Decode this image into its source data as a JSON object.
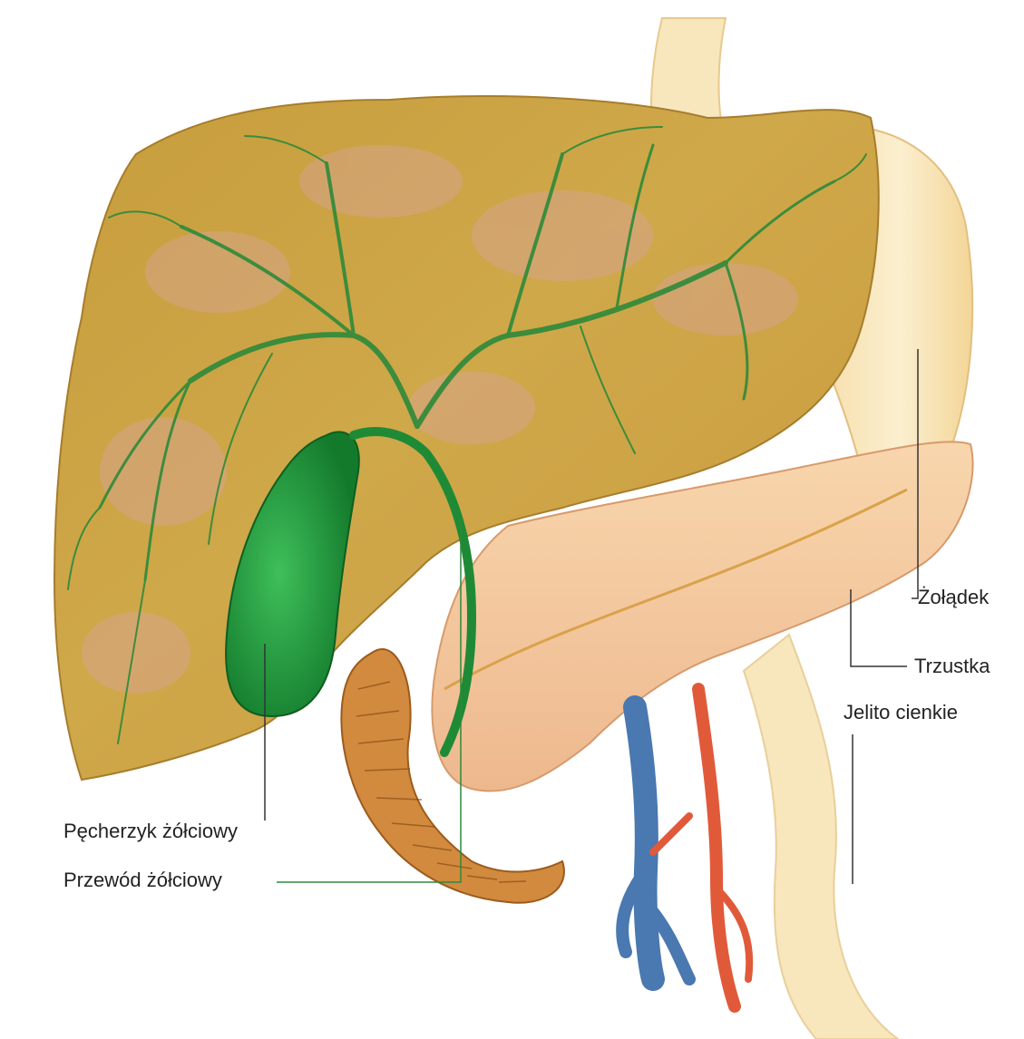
{
  "labels": {
    "stomach": "Żołądek",
    "pancreas": "Trzustka",
    "small_intestine": "Jelito cienkie",
    "gallbladder": "Pęcherzyk żółciowy",
    "bile_duct": "Przewód żółciowy"
  },
  "colors": {
    "liver": "#c9a440",
    "liver_pink": "#d9a6a0",
    "bile_ducts": "#2d8a3a",
    "gallbladder": "#1e9a3a",
    "stomach": "#f7e3b0",
    "pancreas": "#f3c79a",
    "duodenum": "#c77a2e",
    "vein": "#4a78b0",
    "artery": "#e05a3a",
    "leader_line": "#333333",
    "bile_leader": "#2a8a3a"
  }
}
